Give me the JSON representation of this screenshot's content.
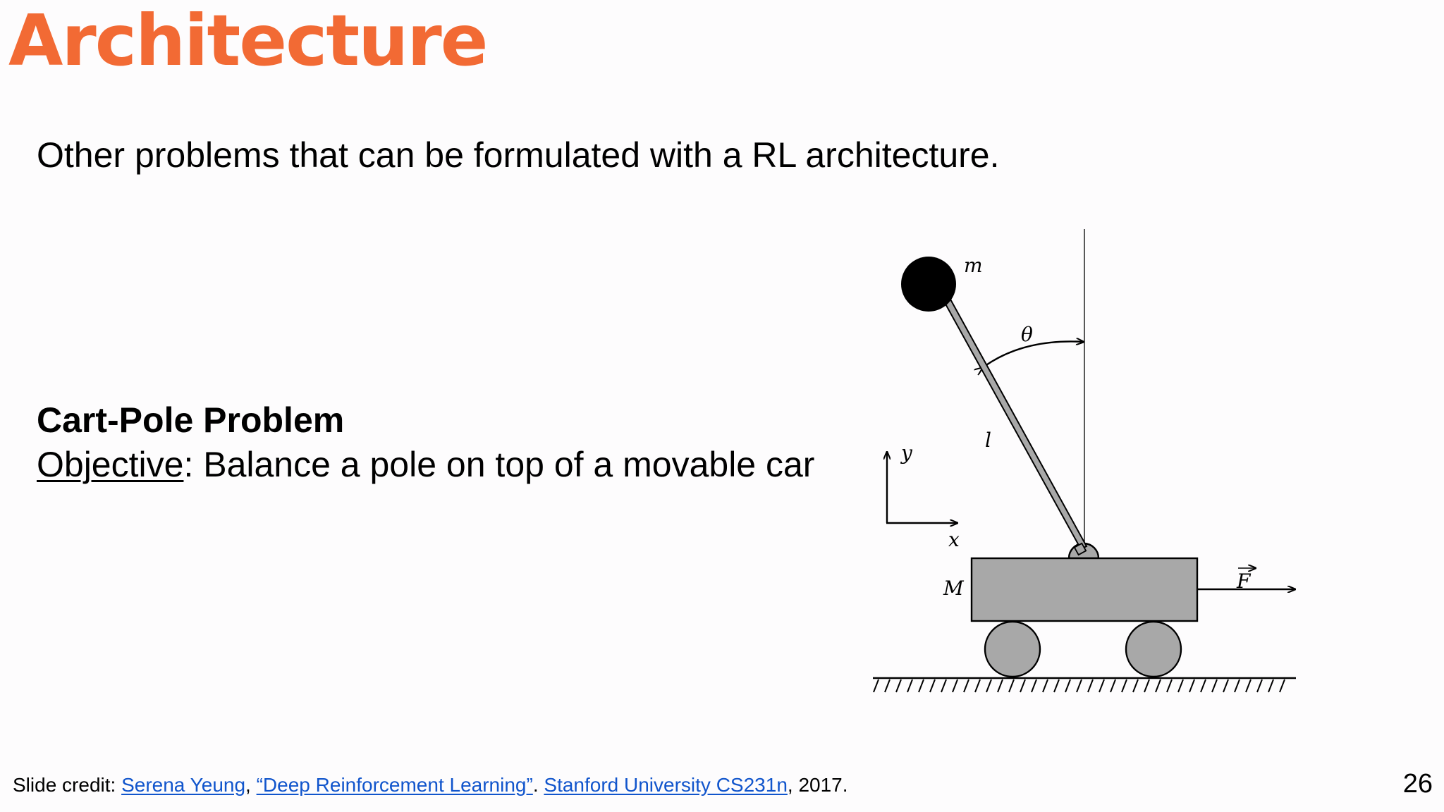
{
  "slide": {
    "title": "Architecture",
    "intro": "Other problems that can be formulated with a RL architecture.",
    "page_number": "26"
  },
  "problem": {
    "title": "Cart-Pole Problem",
    "objective_label": "Objective",
    "objective_text": ": Balance a pole on top of a movable car"
  },
  "figure": {
    "labels": {
      "pole_mass": "m",
      "angle": "θ",
      "pole_length": "l",
      "y_axis": "y",
      "x_axis": "x",
      "cart_mass": "M",
      "force": "F"
    },
    "colors": {
      "cart_fill": "#a8a8a8",
      "pole_fill": "#a8a8a8",
      "pole_mass_fill": "#000000",
      "line": "#000000"
    }
  },
  "credit": {
    "prefix": "Slide credit: ",
    "author": "Serena Yeung",
    "sep1": ", ",
    "talk": "“Deep Reinforcement Learning”",
    "sep2": ". ",
    "course": "Stanford University CS231n",
    "suffix": ", 2017."
  },
  "colors": {
    "title": "#f26a34",
    "link": "#1155cc",
    "background": "#fdfcfd"
  }
}
